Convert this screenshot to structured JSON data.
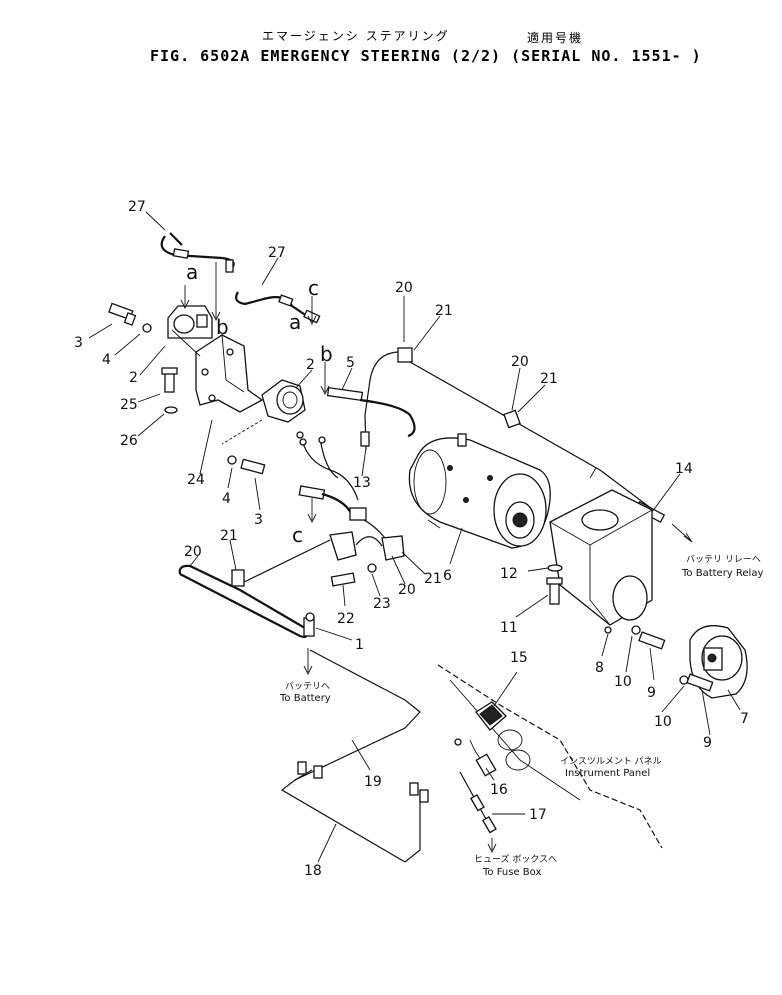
{
  "header": {
    "title_jp": "エマージェンシ ステアリング",
    "applicable_jp": "適用号機",
    "fig_title": "FIG. 6502A  EMERGENCY STEERING (2/2) (SERIAL NO. 1551- )"
  },
  "callouts": {
    "c1": "1",
    "c2a": "2",
    "c2b": "2",
    "c3a": "3",
    "c3b": "3",
    "c4a": "4",
    "c4b": "4",
    "c5": "5",
    "c6": "6",
    "c7": "7",
    "c8": "8",
    "c9a": "9",
    "c9b": "9",
    "c10a": "10",
    "c10b": "10",
    "c11": "11",
    "c12": "12",
    "c13": "13",
    "c14": "14",
    "c15": "15",
    "c16": "16",
    "c17": "17",
    "c18": "18",
    "c19": "19",
    "c20a": "20",
    "c20b": "20",
    "c20c": "20",
    "c20d": "20",
    "c21a": "21",
    "c21b": "21",
    "c21c": "21",
    "c21d": "21",
    "c22": "22",
    "c23": "23",
    "c24": "24",
    "c25": "25",
    "c26": "26",
    "c27a": "27",
    "c27b": "27"
  },
  "connection_letters": {
    "a1": "a",
    "a2": "a",
    "b1": "b",
    "b2": "b",
    "c1": "c",
    "c2": "c"
  },
  "notes": {
    "battery_relay_jp": "バッテリ リレーへ",
    "battery_relay_en": "To Battery Relay",
    "battery_jp": "バッテリへ",
    "battery_en": "To Battery",
    "instrument_panel_jp": "インスツルメント パネル",
    "instrument_panel_en": "Instrument Panel",
    "fuse_box_jp": "ヒューズ ボックスへ",
    "fuse_box_en": "To Fuse Box"
  }
}
